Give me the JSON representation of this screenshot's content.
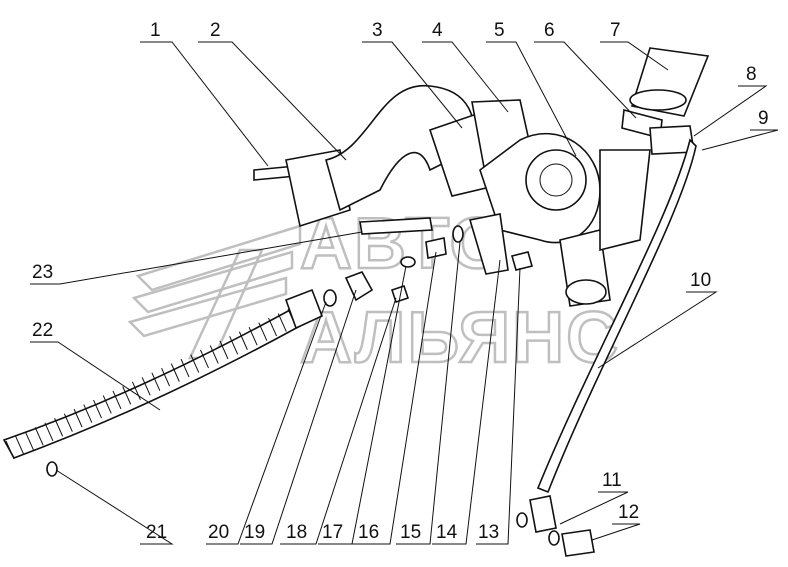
{
  "watermark": {
    "line1": "АВТО",
    "line2": "АЛЬЯНС",
    "color": "#bfbfbf"
  },
  "callouts": [
    {
      "id": "1",
      "text": "1"
    },
    {
      "id": "2",
      "text": "2"
    },
    {
      "id": "3",
      "text": "3"
    },
    {
      "id": "4",
      "text": "4"
    },
    {
      "id": "5",
      "text": "5"
    },
    {
      "id": "6",
      "text": "6"
    },
    {
      "id": "7",
      "text": "7"
    },
    {
      "id": "8",
      "text": "8"
    },
    {
      "id": "9",
      "text": "9"
    },
    {
      "id": "10",
      "text": "10"
    },
    {
      "id": "11",
      "text": "11"
    },
    {
      "id": "12",
      "text": "12"
    },
    {
      "id": "13",
      "text": "13"
    },
    {
      "id": "14",
      "text": "14"
    },
    {
      "id": "15",
      "text": "15"
    },
    {
      "id": "16",
      "text": "16"
    },
    {
      "id": "17",
      "text": "17"
    },
    {
      "id": "18",
      "text": "18"
    },
    {
      "id": "19",
      "text": "19"
    },
    {
      "id": "20",
      "text": "20"
    },
    {
      "id": "21",
      "text": "21"
    },
    {
      "id": "22",
      "text": "22"
    },
    {
      "id": "23",
      "text": "23"
    }
  ]
}
